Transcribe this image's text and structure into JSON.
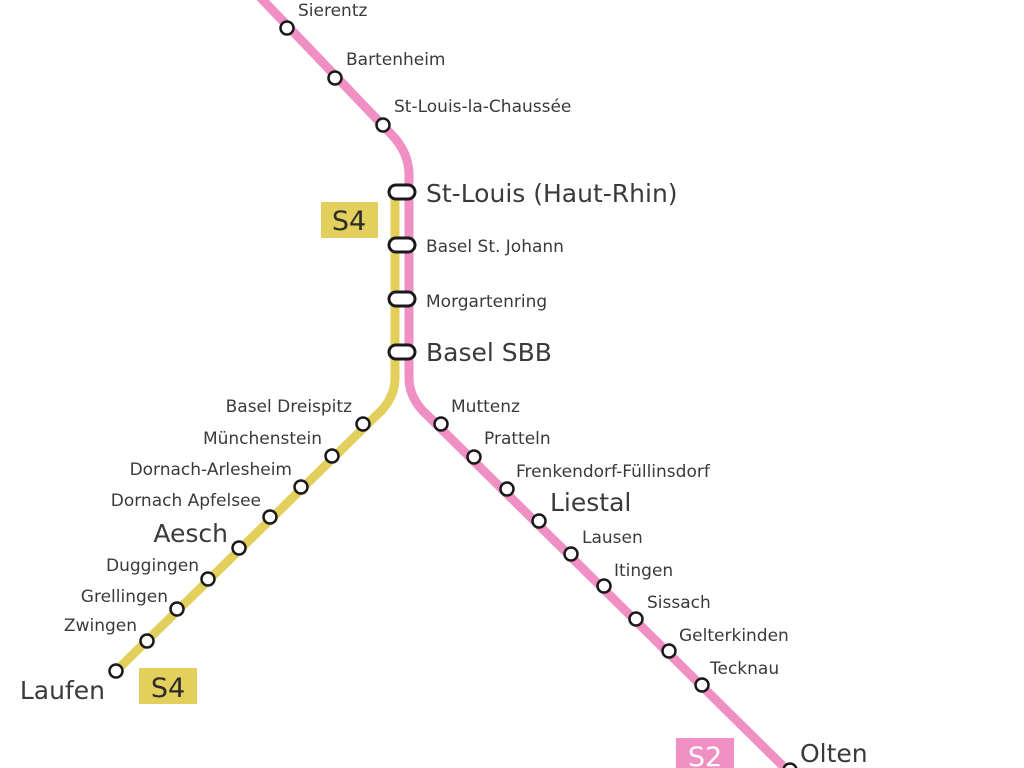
{
  "colors": {
    "s4_line": "#e3cf5c",
    "s2_line": "#ef8fc3",
    "station_stroke": "#1a1a1a",
    "station_fill": "#ffffff",
    "label_text": "#3a3a3a",
    "s4_badge_text": "#2b2b2b",
    "s2_badge_text": "#ffffff"
  },
  "lines": {
    "s4": {
      "name": "S4"
    },
    "s2": {
      "name": "S2"
    }
  },
  "stations": {
    "sierentz": "Sierentz",
    "bartenheim": "Bartenheim",
    "st_louis_la_chaussee": "St-Louis-la-Chaussée",
    "st_louis_haut_rhin": "St-Louis (Haut-Rhin)",
    "basel_st_johann": "Basel St. Johann",
    "morgartenring": "Morgartenring",
    "basel_sbb": "Basel SBB",
    "basel_dreispitz": "Basel Dreispitz",
    "munchenstein": "Münchenstein",
    "dornach_arlesheim": "Dornach-Arlesheim",
    "dornach_apfelsee": "Dornach Apfelsee",
    "aesch": "Aesch",
    "duggingen": "Duggingen",
    "grellingen": "Grellingen",
    "zwingen": "Zwingen",
    "laufen": "Laufen",
    "muttenz": "Muttenz",
    "pratteln": "Pratteln",
    "frenkendorf_fullinsdorf": "Frenkendorf-Füllinsdorf",
    "liestal": "Liestal",
    "lausen": "Lausen",
    "itingen": "Itingen",
    "sissach": "Sissach",
    "gelterkinden": "Gelterkinden",
    "tecknau": "Tecknau",
    "olten": "Olten"
  }
}
